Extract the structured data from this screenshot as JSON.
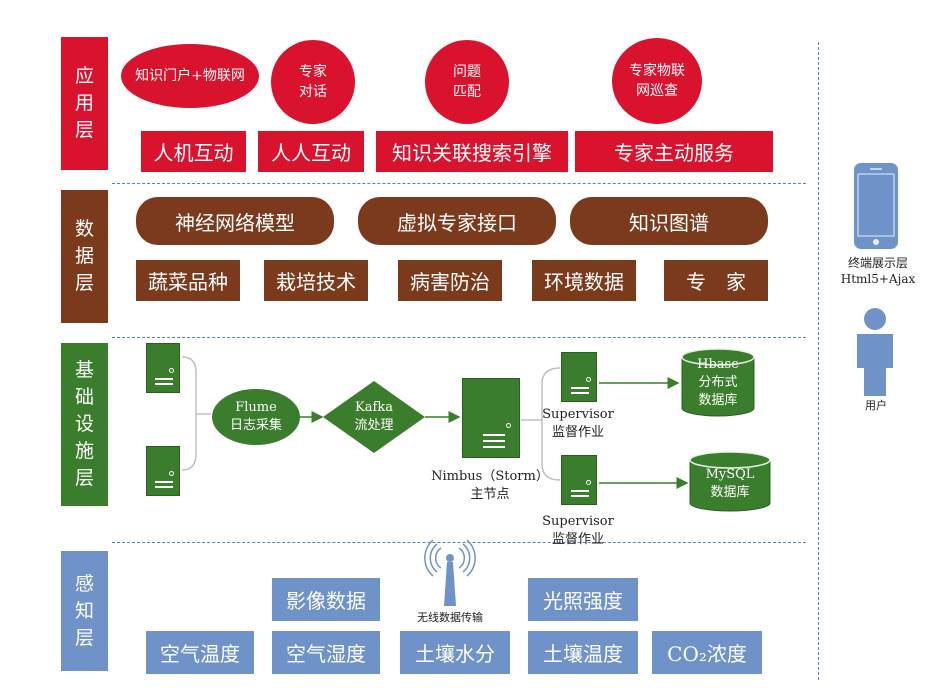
{
  "layers": {
    "application": "应用层",
    "data": "数据层",
    "infrastructure": "基础设施层",
    "perception": "感知层"
  },
  "application": {
    "circles": [
      "知识门户+物联网",
      "专家\n对话",
      "问题\n匹配",
      "专家物联\n网巡查"
    ],
    "boxes": [
      "人机互动",
      "人人互动",
      "知识关联搜索引擎",
      "专家主动服务"
    ]
  },
  "data_layer": {
    "pills": [
      "神经网络模型",
      "虚拟专家接口",
      "知识图谱"
    ],
    "boxes": [
      "蔬菜品种",
      "栽培技术",
      "病害防治",
      "环境数据",
      "专　家"
    ]
  },
  "infrastructure": {
    "flume": "Flume\n日志采集",
    "kafka": "Kafka\n流处理",
    "nimbus": "Nimbus（Storm）\n主节点",
    "supervisor1": "Supervisor\n监督作业",
    "supervisor2": "Supervisor\n监督作业",
    "hbase": "Hbase\n分布式\n数据库",
    "mysql": "MySQL\n数据库"
  },
  "perception": {
    "top_boxes": [
      "影像数据",
      "光照强度"
    ],
    "wireless": "无线数据传输",
    "bottom_boxes": [
      "空气温度",
      "空气湿度",
      "土壤水分",
      "土壤温度",
      "CO₂浓度"
    ]
  },
  "side": {
    "terminal": "终端展示层\nHtml5+Ajax",
    "user": "用户"
  },
  "colors": {
    "application": "#d9132e",
    "data": "#7b3a1c",
    "infrastructure": "#3a7d2c",
    "perception": "#6f93c9"
  }
}
